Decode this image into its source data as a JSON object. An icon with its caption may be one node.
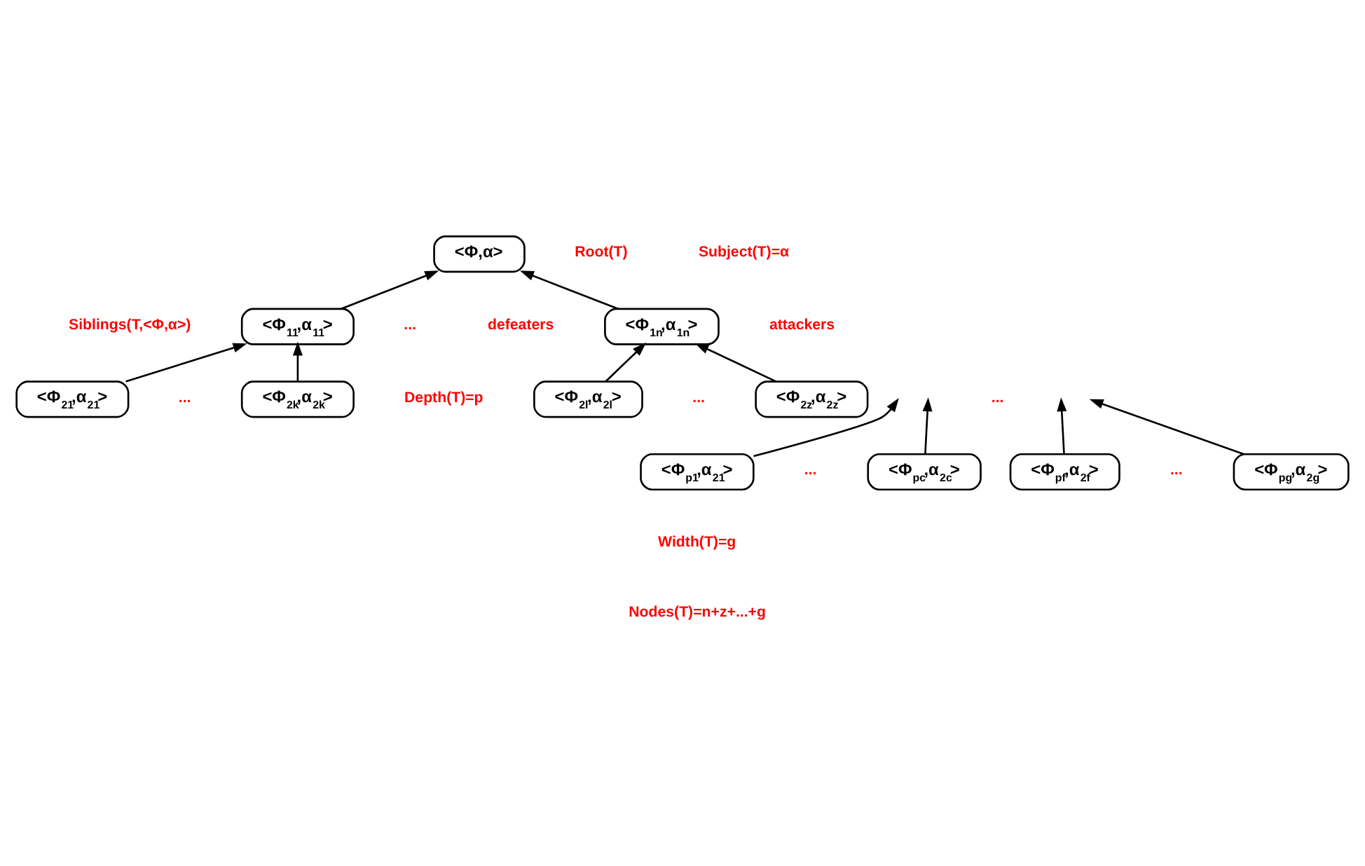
{
  "diagram": {
    "nodes": [
      {
        "text": [
          "<Φ,α>"
        ]
      },
      {
        "text": [
          "<Φ$_{11}$,α$_{11}$>"
        ]
      },
      {
        "text": [
          "<Φ$_{1n}$,α$_{1n}$>"
        ]
      },
      {
        "text": [
          "<Φ$_{21}$,α$_{21}$>"
        ]
      },
      {
        "text": [
          "<Φ$_{2k}$,α$_{2k}$>"
        ]
      },
      {
        "text": [
          "<Φ$_{2l}$,α$_{2l}$>"
        ]
      },
      {
        "text": [
          "<Φ$_{2z}$,α$_{2z}$>"
        ]
      },
      {
        "text": [
          "<Φ$_{p1}$,α$_{21}$>"
        ]
      },
      {
        "text": [
          "<Φ$_{pc}$,α$_{2c}$>"
        ]
      },
      {
        "text": [
          "<Φ$_{pf}$,α$_{2f}$>"
        ]
      },
      {
        "text": [
          "<Φ$_{pg}$,α$_{2g}$>"
        ]
      }
    ],
    "edges": [
      {
        "from": 1,
        "to": 0,
        "arrow": "to"
      },
      {
        "from": 2,
        "to": 0,
        "arrow": "to"
      },
      {
        "from": 3,
        "to": 1,
        "arrow": "to"
      },
      {
        "from": 4,
        "to": 1,
        "arrow": "to"
      },
      {
        "from": 5,
        "to": 2,
        "arrow": "to"
      },
      {
        "from": 6,
        "to": 2,
        "arrow": "to"
      },
      {
        "from": 7,
        "to": null,
        "arrow": "to"
      },
      {
        "from": 8,
        "to": null,
        "arrow": "to"
      },
      {
        "from": 9,
        "to": null,
        "arrow": "to"
      },
      {
        "from": 10,
        "to": null,
        "arrow": "to"
      }
    ],
    "labels": [
      "Root(T)",
      "Subject(T)=α",
      "Siblings(T,<Φ,α>)",
      "...",
      "attackers",
      "...",
      "...",
      "defeaters",
      "Depth(T)=p",
      "...",
      "...",
      "...",
      "Width(T)=g",
      "Nodes(T)=n+z+...+g"
    ]
  }
}
